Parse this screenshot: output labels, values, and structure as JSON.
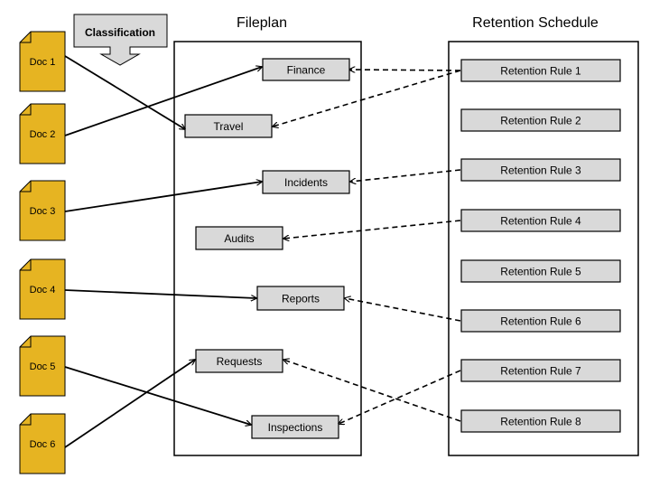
{
  "headers": {
    "classification": "Classification",
    "fileplan": "Fileplan",
    "retention": "Retention Schedule"
  },
  "documents": [
    "Doc 1",
    "Doc 2",
    "Doc 3",
    "Doc 4",
    "Doc 5",
    "Doc 6"
  ],
  "fileplan_items": [
    "Finance",
    "Travel",
    "Incidents",
    "Audits",
    "Reports",
    "Requests",
    "Inspections"
  ],
  "retention_rules": [
    "Retention Rule 1",
    "Retention Rule 2",
    "Retention Rule 3",
    "Retention Rule 4",
    "Retention Rule 5",
    "Retention Rule 6",
    "Retention Rule 7",
    "Retention Rule 8"
  ],
  "colors": {
    "document_fill": "#E6B422",
    "box_fill": "#D9D9D9",
    "classification_fill": "#D9D9D9",
    "line": "#000000"
  }
}
